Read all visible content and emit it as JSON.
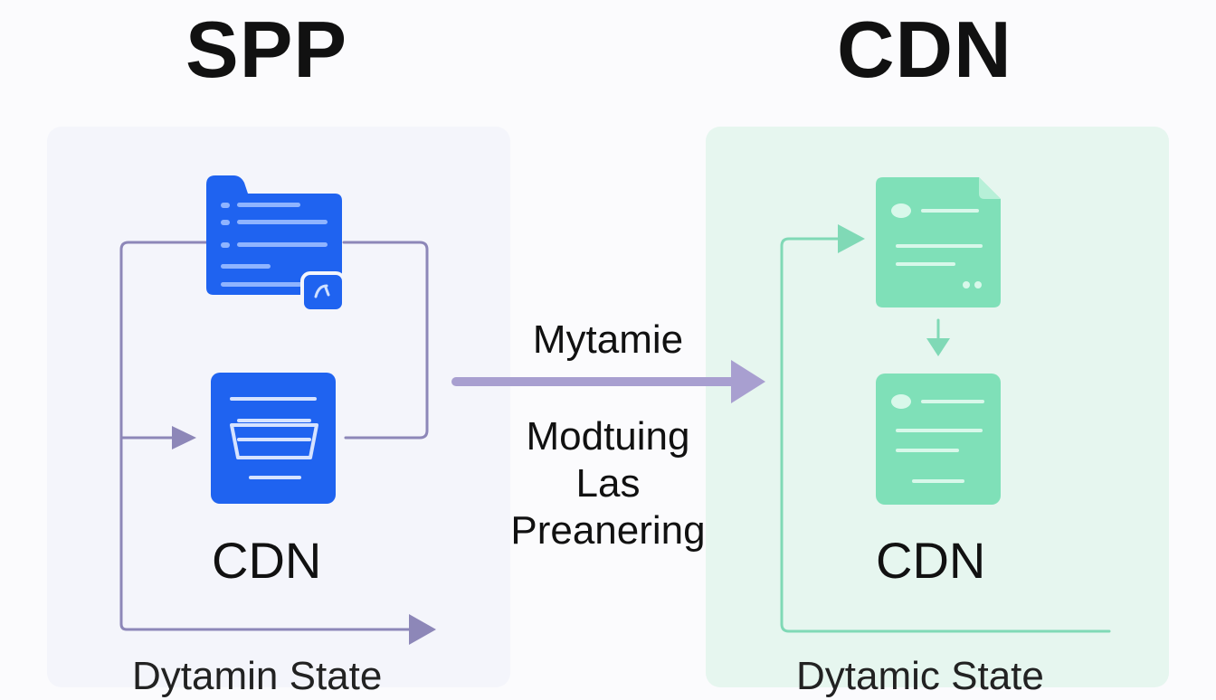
{
  "left": {
    "title": "SPP",
    "node_label": "CDN",
    "footer": "Dytamin State"
  },
  "right": {
    "title": "CDN",
    "node_label": "CDN",
    "footer": "Dytamic State"
  },
  "middle": {
    "arrow_label": "Mytamie",
    "caption_lines": [
      "Modtuing",
      "Las",
      "Preanering"
    ]
  },
  "colors": {
    "left_panel": "#f4f5fb",
    "right_panel": "#e6f6ef",
    "blue_icon": "#1f63f0",
    "green_icon": "#7fe0b8",
    "connector": "#8d87b8",
    "green_connector": "#80d9b6"
  },
  "icons": {
    "left_top": "folder-document-icon",
    "left_bottom": "server-tray-icon",
    "right_top": "document-icon",
    "right_bottom": "document-icon"
  }
}
